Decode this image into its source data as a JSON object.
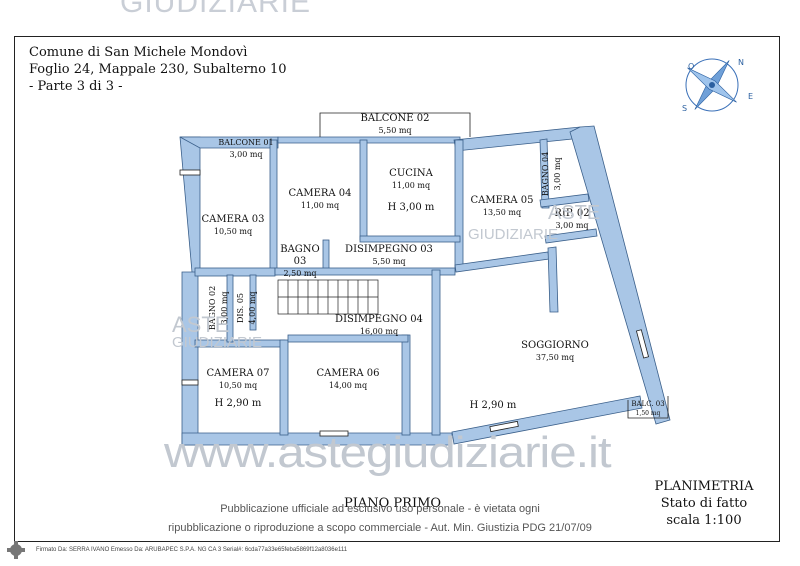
{
  "watermark_top": "GIUDIZIARIE",
  "header": {
    "line1": "Comune di San Michele Mondovì",
    "line2": "Foglio 24, Mappale 230, Subalterno 10",
    "line3": "- Parte 3 di 3 -"
  },
  "rooms": {
    "balcone02": {
      "name": "BALCONE 02",
      "area": "5,50 mq"
    },
    "balcone01": {
      "name": "BALCONE 01",
      "area": "3,00 mq"
    },
    "camera04": {
      "name": "CAMERA 04",
      "area": "11,00 mq"
    },
    "cucina": {
      "name": "CUCINA",
      "area": "11,00 mq",
      "height": "H 3,00  m"
    },
    "camera05": {
      "name": "CAMERA 05",
      "area": "13,50 mq"
    },
    "bagno04": {
      "name": "BAGNO 04",
      "area": "3,00 mq"
    },
    "rip02": {
      "name": "RIP. 02",
      "area": "3,00 mq"
    },
    "camera03": {
      "name": "CAMERA 03",
      "area": "10,50 mq"
    },
    "bagno03": {
      "name": "BAGNO 03",
      "area": "2,50 mq"
    },
    "disimpegno03": {
      "name": "DISIMPEGNO 03",
      "area": "5,50 mq"
    },
    "bagno02": {
      "name": "BAGNO 02",
      "area": "3,00 mq"
    },
    "dis05": {
      "name": "DIS. 05",
      "area": "4,00 mq"
    },
    "disimpegno04": {
      "name": "DISIMPEGNO 04",
      "area": "16,00 mq"
    },
    "soggiorno": {
      "name": "SOGGIORNO",
      "area": "37,50 mq"
    },
    "camera07": {
      "name": "CAMERA 07",
      "area": "10,50 mq",
      "height": "H 2,90 m"
    },
    "camera06": {
      "name": "CAMERA 06",
      "area": "14,00 mq"
    },
    "balc03": {
      "name": "BALC. 03",
      "area": "1,50 mq"
    },
    "soggiorno_height": "H 2,90 m"
  },
  "watermarks": {
    "aste": "ASTE",
    "giudiziarie": "GIUDIZIARIE",
    "site": "www.astegiudiziarie.it"
  },
  "floor_label": "PIANO PRIMO",
  "title_block": {
    "line1": "PLANIMETRIA",
    "line2": "Stato di fatto",
    "line3": "scala 1:100"
  },
  "notice": {
    "line1": "Pubblicazione ufficiale ad esclusivo uso personale - è vietata ogni",
    "line2": "ripubblicazione o riproduzione a scopo commerciale - Aut. Min. Giustizia PDG 21/07/09"
  },
  "signature": "Firmato Da: SERRA IVANO Emesso Da: ARUBAPEC S.P.A. NG CA 3 Serial#: 6cda77a33e65feba5869f12a8036e111",
  "compass_letters": [
    "N",
    "E",
    "S",
    "O"
  ],
  "colors": {
    "wall": "#a9c6e6",
    "wall_stroke": "#3a5f8a",
    "line": "#222222",
    "watermark": "#c2c8d0"
  }
}
